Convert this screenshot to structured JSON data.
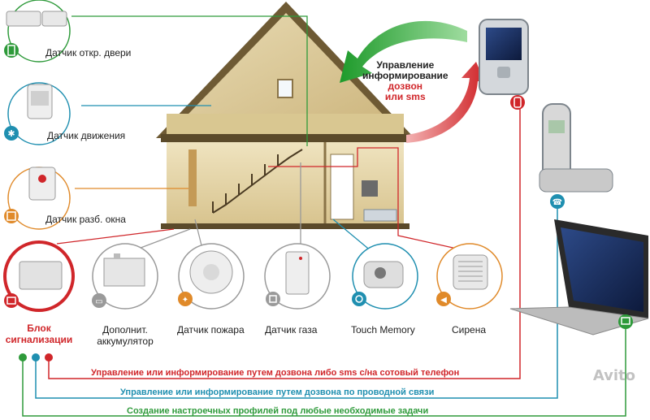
{
  "sensors": {
    "door": "Датчик откр. двери",
    "motion": "Датчик движения",
    "window": "Датчик разб. окна"
  },
  "control": {
    "line1": "Управление",
    "line2": "информирование",
    "line3": "дозвон",
    "line4": "или sms"
  },
  "devices": {
    "block_line1": "Блок",
    "block_line2": "сигнализации",
    "battery_line1": "Дополнит.",
    "battery_line2": "аккумулятор",
    "fire": "Датчик пожара",
    "gas": "Датчик газа",
    "touch": "Touch Memory",
    "siren": "Сирена"
  },
  "bottom": {
    "line_red": "Управление или информирование путем дозвона либо sms с/на сотовый телефон",
    "line_blue": "Управление или информирование путем дозвона по проводной связи",
    "line_green": "Создание настроечных профилей под любые необходимые задачи"
  },
  "watermark": "Avito",
  "colors": {
    "red": "#d0262a",
    "blue": "#1f8fb0",
    "green": "#2e9a3a",
    "orange": "#e08a2a",
    "gray": "#9a9a9a"
  }
}
